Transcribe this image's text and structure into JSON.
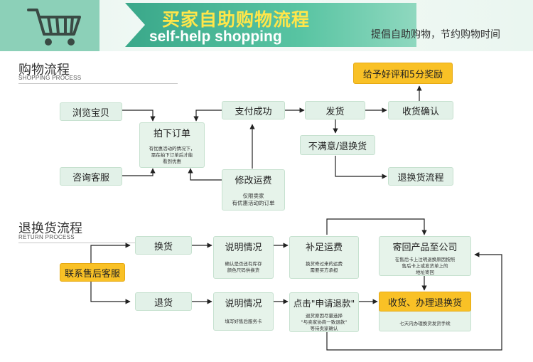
{
  "header": {
    "title_cn": "买家自助购物流程",
    "title_en": "self-help shopping",
    "slogan": "提倡自助购物，节约购物时间"
  },
  "shopping": {
    "section_title": "购物流程",
    "section_subtitle": "SHOPPING PROCESS",
    "nodes": {
      "browse": "浏览宝贝",
      "consult": "咨询客服",
      "order": "拍下订单",
      "order_note_1": "有优惠活动的情况下，",
      "order_note_2": "需在拍下订单后才能",
      "order_note_3": "看到优惠",
      "paid": "支付成功",
      "modify": "修改运费",
      "modify_note_1": "仅限卖家",
      "modify_note_2": "有优惠活动的订单",
      "ship": "发货",
      "unsatisfied": "不满意/退换货",
      "confirm": "收货确认",
      "review": "给予好评和5分奖励",
      "return_flow": "退换货流程"
    }
  },
  "returns": {
    "section_title": "退换货流程",
    "section_subtitle": "RETURN PROCESS",
    "nodes": {
      "contact": "联系售后客服",
      "exchange": "换货",
      "refund": "退货",
      "explain_a": "说明情况",
      "explain_a_note_1": "确认是否还有库存",
      "explain_a_note_2": "颜色尺码供换货",
      "explain_b": "说明情况",
      "explain_b_note": "填写好售后服务卡",
      "topup": "补足运费",
      "topup_note_1": "换货寄过来的运费",
      "topup_note_2": "需要买方承担",
      "apply_refund": "点击\"申请退款\"",
      "apply_note_1": "退货原因尽量选择",
      "apply_note_2": "\"与卖家协商一致退款\"",
      "apply_note_3": "等待卖家确认",
      "send_back": "寄回产品至公司",
      "send_note_1": "在售后卡上注明退换原因按照",
      "send_note_2": "售后卡上或发货单上的",
      "send_note_3": "地址寄回",
      "receive": "收货、办理退换货",
      "receive_note": "七天内办理换货发货手续"
    }
  },
  "colors": {
    "accent_orange": "#f9c126",
    "box_green": "#e2f1e8",
    "banner_green": "#3aa88a",
    "title_yellow": "#ffe64a"
  }
}
